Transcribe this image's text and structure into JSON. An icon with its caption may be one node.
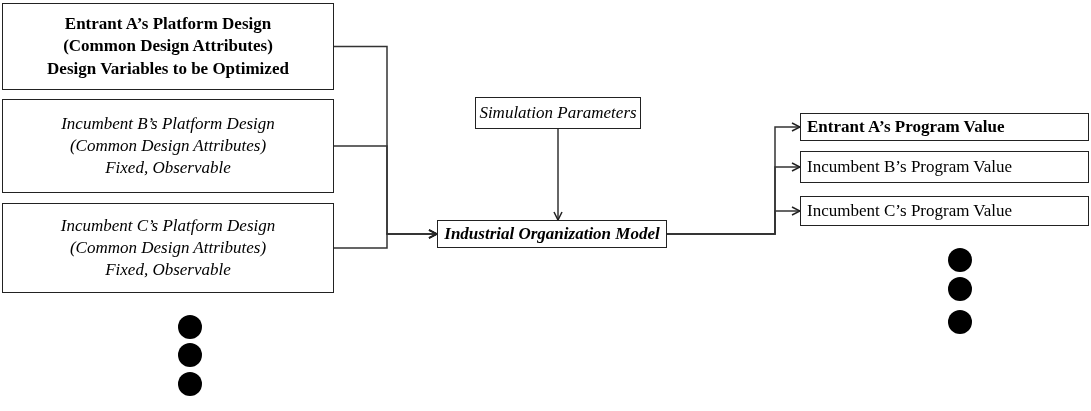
{
  "diagram": {
    "nodes": [
      {
        "text": [
          "Entrant A’s Platform Design",
          "(Common Design Attributes)",
          "Design Variables to be Optimized"
        ]
      },
      {
        "text": [
          "Incumbent B’s Platform Design",
          "(Common Design Attributes)",
          "Fixed, Observable"
        ]
      },
      {
        "text": [
          "Incumbent C’s Platform Design",
          "(Common Design Attributes)",
          "Fixed, Observable"
        ]
      },
      {
        "text": [
          "Simulation Parameters"
        ]
      },
      {
        "text": [
          "Industrial Organization Model"
        ]
      },
      {
        "text": [
          "Entrant A’s Program Value"
        ]
      },
      {
        "text": [
          "Incumbent B’s Program Value"
        ]
      },
      {
        "text": [
          "Incumbent C’s Program Value"
        ]
      }
    ],
    "edges": [
      {
        "from": 0,
        "to": 4,
        "arrow": "to"
      },
      {
        "from": 1,
        "to": 4,
        "arrow": "to"
      },
      {
        "from": 2,
        "to": 4,
        "arrow": "to"
      },
      {
        "from": 3,
        "to": 4,
        "arrow": "to"
      },
      {
        "from": 4,
        "to": 5,
        "arrow": "to"
      },
      {
        "from": 4,
        "to": 6,
        "arrow": "to"
      },
      {
        "from": 4,
        "to": 7,
        "arrow": "to"
      }
    ]
  }
}
